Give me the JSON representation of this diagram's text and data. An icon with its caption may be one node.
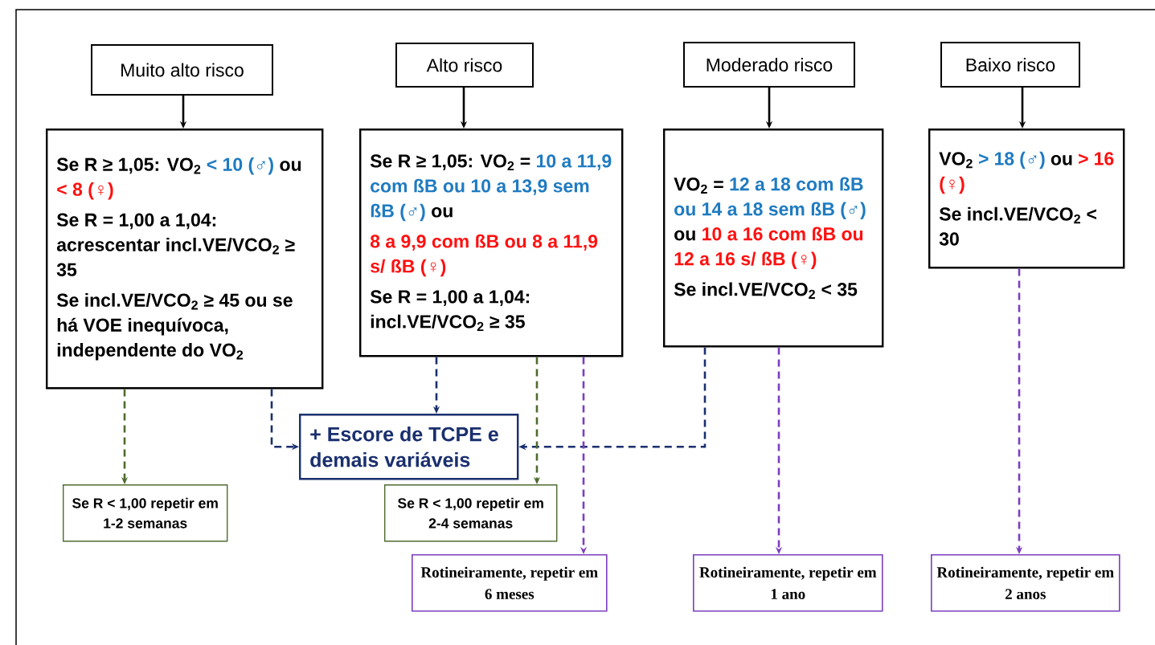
{
  "diagram": {
    "nodes": [
      {
        "text": [
          "Muito alto risco"
        ]
      },
      {
        "text": [
          "Alto risco"
        ]
      },
      {
        "text": [
          "Moderado risco"
        ]
      },
      {
        "text": [
          "Baixo risco"
        ]
      },
      {
        "text": [
          "Se R ≥ 1,05: VO$_{2}$",
          "< 10 (♂)",
          "ou",
          "< 8 (♀)",
          "Se R = 1,00 a 1,04: acrescentar incl.VE/VCO$_{2}$ ≥ 35",
          "Se incl.VE/VCO$_{2}$ ≥ 45 ou se há VOE inequívoca, independente do VO$_{2}$"
        ]
      },
      {
        "text": [
          "Se R ≥ 1,05: VO$_{2}$ =",
          "10 a 11,9 com ßB ou 10 a 13,9 sem ßB (♂)",
          "ou",
          "8 a 9,9 com ßB ou 8 a 11,9 s/ ßB (♀)",
          "Se R = 1,00 a 1,04: incl.VE/VCO$_{2}$ ≥ 35"
        ]
      },
      {
        "text": [
          "VO$_{2}$ =",
          "12 a 18 com ßB ou 14 a 18 sem ßB (♂)",
          "ou",
          "10 a 16 com ßB ou 12 a 16 s/ ßB (♀)",
          "Se incl.VE/VCO$_{2}$ < 35"
        ]
      },
      {
        "text": [
          "VO$_{2}$",
          "> 18 (♂)",
          "ou",
          "> 16 (♀)",
          "Se incl.VE/VCO$_{2}$ < 30"
        ]
      },
      {
        "text": [
          "+ Escore de TCPE e demais variáveis"
        ]
      },
      {
        "text": [
          "Se R < 1,00 repetir em 1-2 semanas"
        ]
      },
      {
        "text": [
          "Se R < 1,00 repetir em 2-4 semanas"
        ]
      },
      {
        "text": [
          "Rotineiramente, repetir em  6 meses"
        ]
      },
      {
        "text": [
          "Rotineiramente, repetir em  1 ano"
        ]
      },
      {
        "text": [
          "Rotineiramente, repetir em 2 anos"
        ]
      }
    ],
    "edges": [
      {
        "from": 0,
        "to": 4,
        "arrow": "to"
      },
      {
        "from": 1,
        "to": 5,
        "arrow": "to"
      },
      {
        "from": 2,
        "to": 6,
        "arrow": "to"
      },
      {
        "from": 3,
        "to": 7,
        "arrow": "to"
      },
      {
        "from": 4,
        "to": 9,
        "arrow": "to",
        "style": "dashed",
        "color": "#4e6b2f"
      },
      {
        "from": 4,
        "to": 8,
        "arrow": "to",
        "style": "dashed",
        "color": "#1a2f6e"
      },
      {
        "from": 5,
        "to": 8,
        "arrow": "to",
        "style": "dashed",
        "color": "#1a2f6e"
      },
      {
        "from": 6,
        "to": 8,
        "arrow": "to",
        "style": "dashed",
        "color": "#1a2f6e"
      },
      {
        "from": 5,
        "to": 10,
        "arrow": "to",
        "style": "dashed",
        "color": "#4e6b2f"
      },
      {
        "from": 5,
        "to": 11,
        "arrow": "to",
        "style": "dashed",
        "color": "#7b3fc0"
      },
      {
        "from": 6,
        "to": 12,
        "arrow": "to",
        "style": "dashed",
        "color": "#7b3fc0"
      },
      {
        "from": 7,
        "to": 13,
        "arrow": "to",
        "style": "dashed",
        "color": "#7b3fc0"
      }
    ]
  }
}
